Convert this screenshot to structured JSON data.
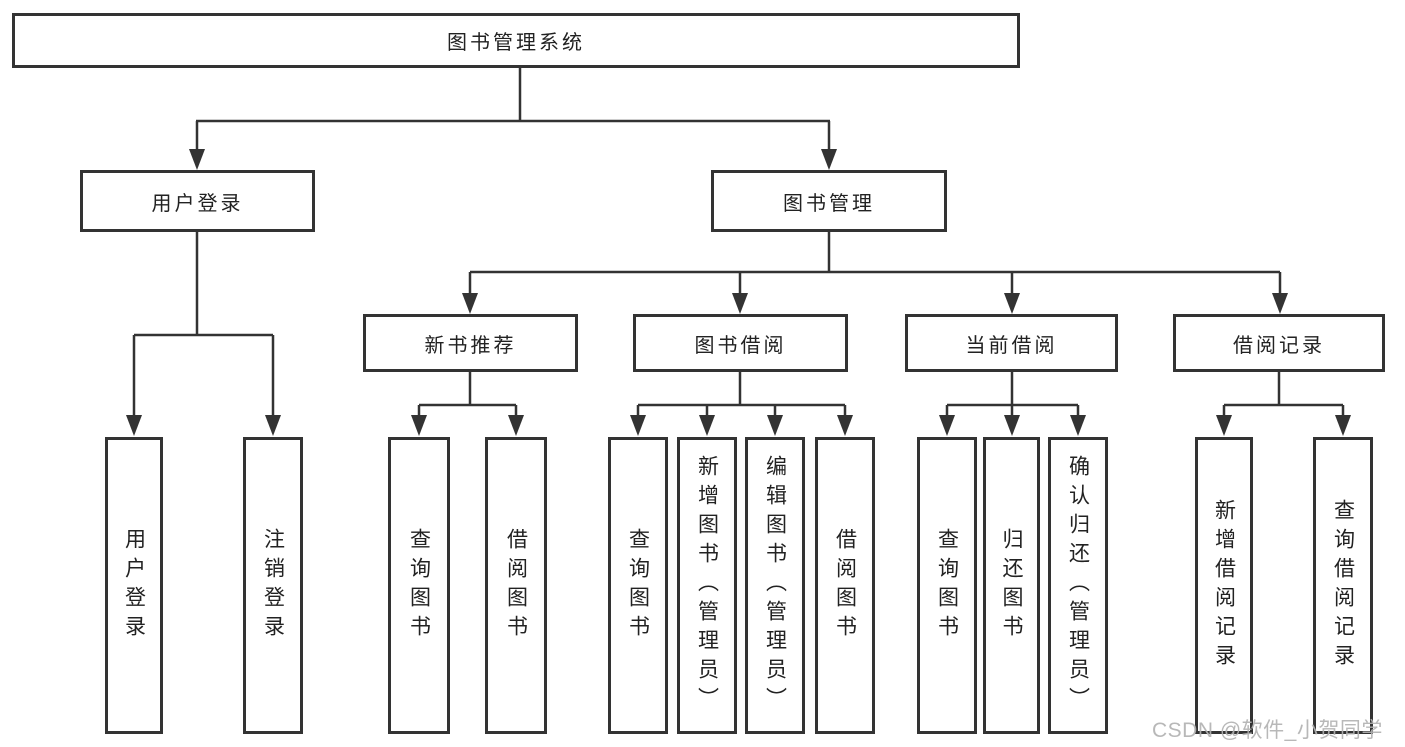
{
  "watermark": "CSDN @软件_小贺同学",
  "root": {
    "label": "图书管理系统"
  },
  "user_login": {
    "label": "用户登录",
    "children": [
      "用户登录",
      "注销登录"
    ]
  },
  "book_mgmt": {
    "label": "图书管理",
    "sections": [
      {
        "label": "新书推荐",
        "children": [
          "查询图书",
          "借阅图书"
        ]
      },
      {
        "label": "图书借阅",
        "children": [
          "查询图书",
          "新增图书（管理员）",
          "编辑图书（管理员）",
          "借阅图书"
        ]
      },
      {
        "label": "当前借阅",
        "children": [
          "查询图书",
          "归还图书",
          "确认归还（管理员）"
        ]
      },
      {
        "label": "借阅记录",
        "children": [
          "新增借阅记录",
          "查询借阅记录"
        ]
      }
    ]
  }
}
